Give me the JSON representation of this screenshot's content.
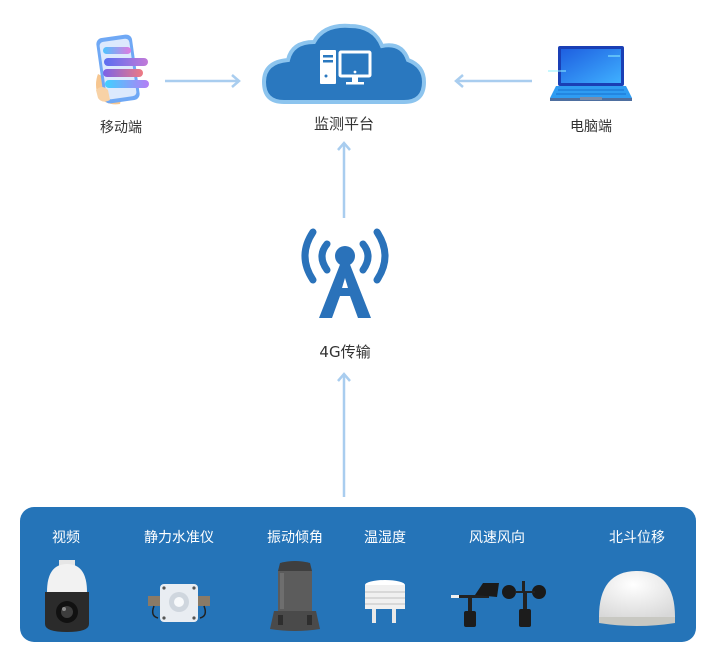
{
  "diagram": {
    "title": "监测平台系统架构",
    "nodes": {
      "mobile": {
        "label": "移动端",
        "icon": "mobile-phone-icon"
      },
      "platform": {
        "label": "监测平台",
        "icon": "cloud-computer-icon"
      },
      "pc": {
        "label": "电脑端",
        "icon": "laptop-icon"
      },
      "transmission": {
        "label": "4G传输",
        "icon": "signal-tower-icon"
      }
    },
    "edges": [
      {
        "from": "mobile",
        "to": "platform"
      },
      {
        "from": "pc",
        "to": "platform"
      },
      {
        "from": "transmission",
        "to": "platform"
      },
      {
        "from": "devices",
        "to": "transmission"
      }
    ],
    "devices": [
      {
        "label": "视频",
        "icon": "ptz-camera-icon"
      },
      {
        "label": "静力水准仪",
        "icon": "static-level-gauge-icon"
      },
      {
        "label": "振动倾角",
        "icon": "vibration-tilt-sensor-icon"
      },
      {
        "label": "温湿度",
        "icon": "temperature-humidity-sensor-icon"
      },
      {
        "label": "风速风向",
        "icon": "anemometer-wind-vane-icon"
      },
      {
        "label": "北斗位移",
        "icon": "beidou-gnss-antenna-icon"
      }
    ],
    "colors": {
      "primary_blue": "#2574b8",
      "arrow": "#a9cdef",
      "cloud_fill": "#2a78bf",
      "cloud_border": "#8cc4ee",
      "text": "#333333",
      "panel_text": "#ffffff"
    }
  }
}
